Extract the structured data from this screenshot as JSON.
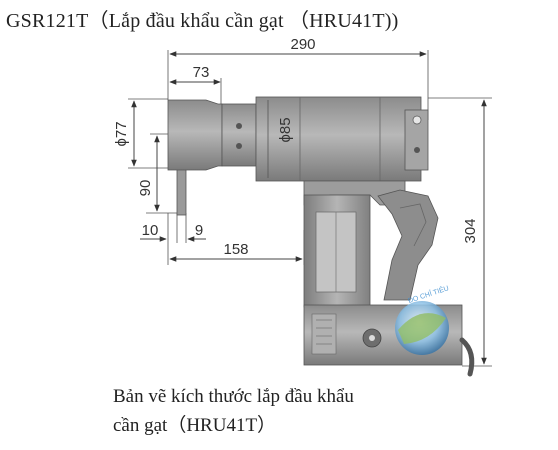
{
  "title": "GSR121T（Lắp đầu khẩu cần gạt （HRU41T))",
  "caption": {
    "line1": "Bản vẽ kích thước lắp đầu khẩu",
    "line2": "cần gạt（HRU41T）"
  },
  "dimensions": {
    "overall_length": "290",
    "head_length": "73",
    "head_diameter": "ϕ77",
    "body_diameter": "ϕ85",
    "lever_height": "90",
    "lever_offset": "10",
    "lever_width": "9",
    "lever_to_handle": "158",
    "overall_height": "304"
  },
  "watermark_text": "ĐO CHỈ TIÊU"
}
